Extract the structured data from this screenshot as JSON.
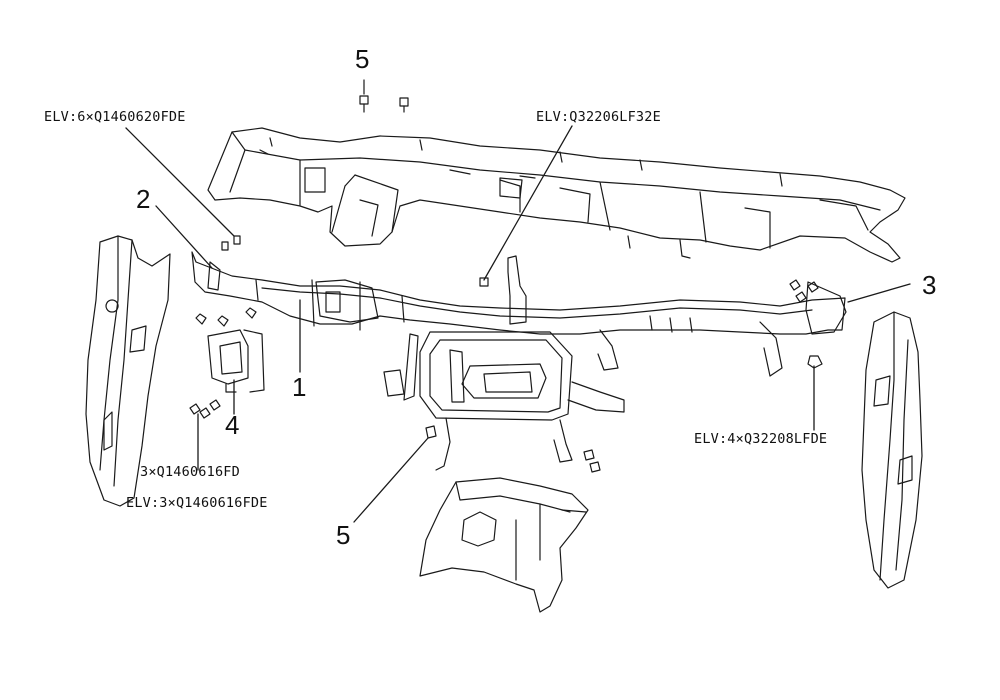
{
  "labels": {
    "n1": "1",
    "n2": "2",
    "n3": "3",
    "n4": "4",
    "n5_top": "5",
    "n5_bottom": "5"
  },
  "callouts": {
    "bolt_left_top": "ELV:6×Q1460620FDE",
    "bolt_center_top": "ELV:Q32206LF32E",
    "bolt_right": "ELV:4×Q32208LFDE",
    "bolt_left_low_a": "3×Q1460616FD",
    "bolt_left_low_b": "ELV:3×Q1460616FDE"
  },
  "colors": {
    "line": "#1a1a1a",
    "paper": "#ffffff"
  }
}
